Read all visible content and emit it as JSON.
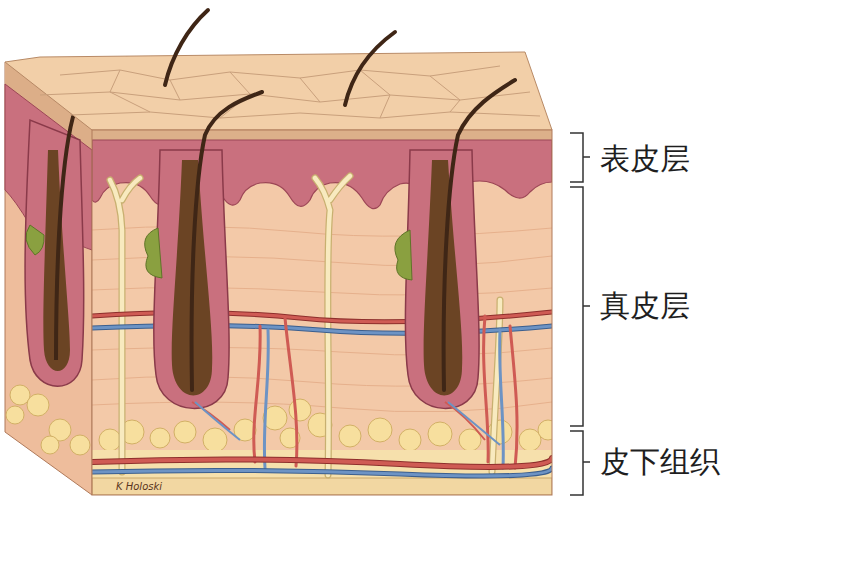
{
  "diagram": {
    "labels": [
      "表皮层",
      "真皮层",
      "皮下组织",
      "K Holoski"
    ]
  }
}
